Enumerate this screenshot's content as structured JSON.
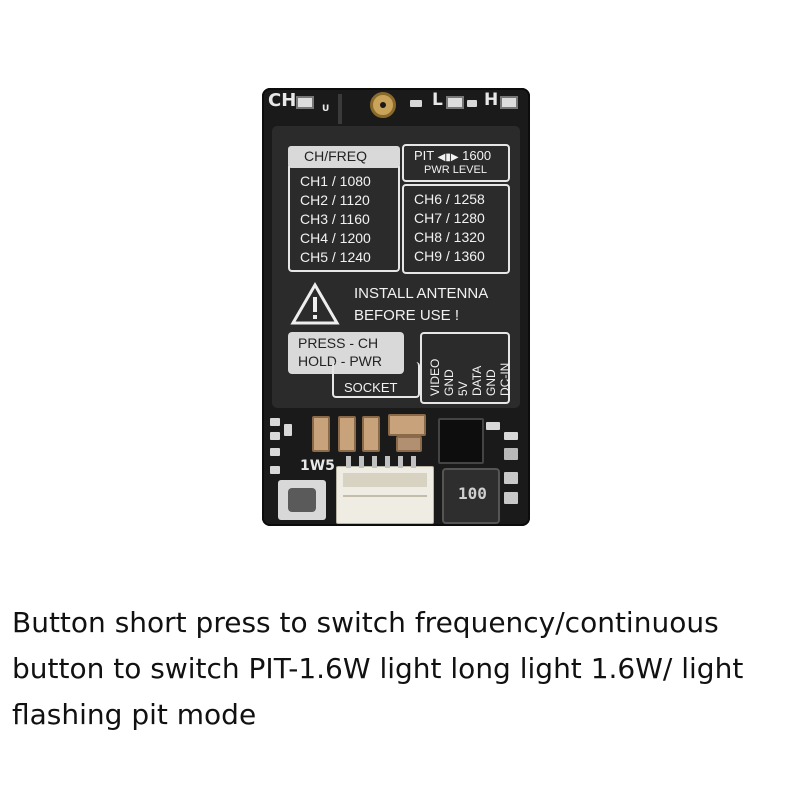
{
  "board": {
    "top_left_silk": "CH",
    "top_right_silk_l": "L",
    "top_right_silk_h": "H",
    "ant_mark": "U",
    "ch_freq_header": "CH/FREQ",
    "pit_label": "PIT",
    "pit_power": "1600",
    "pwr_level": "PWR LEVEL",
    "channels_left": [
      "CH1 / 1080",
      "CH2 / 1120",
      "CH3 / 1160",
      "CH4 / 1200",
      "CH5 / 1240"
    ],
    "channels_right": [
      "CH6 / 1258",
      "CH7 / 1280",
      "CH8 / 1320",
      "CH9 / 1360"
    ],
    "warning_line1": "INSTALL ANTENNA",
    "warning_line2": "BEFORE USE !",
    "press_ch": "PRESS - CH",
    "hold_pwr": "HOLD - PWR",
    "socket": "SOCKET",
    "pins": [
      "VIDEO",
      "GND",
      "5V",
      "DATA",
      "GND",
      "DC-IN"
    ],
    "model": "1W5",
    "inductor": "100"
  },
  "caption": {
    "line1": "Button short press to switch frequency/continuous",
    "line2": "button to switch PIT-1.6W light long light 1.6W/ light",
    "line3": "flashing pit mode"
  }
}
